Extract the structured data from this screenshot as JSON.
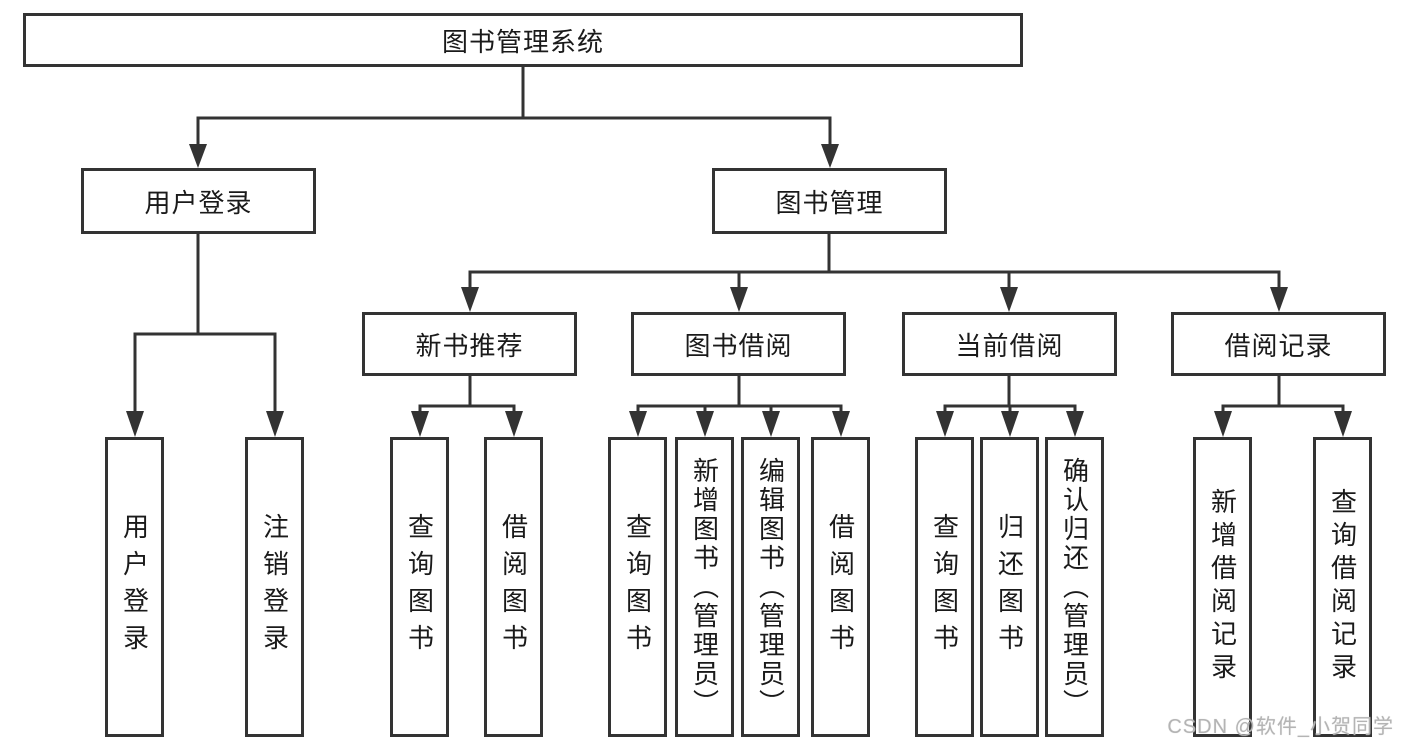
{
  "tree": {
    "label": "图书管理系统",
    "children": [
      {
        "label": "用户登录",
        "children": [
          {
            "label": "用户登录"
          },
          {
            "label": "注销登录"
          }
        ]
      },
      {
        "label": "图书管理",
        "children": [
          {
            "label": "新书推荐",
            "children": [
              {
                "label": "查询图书"
              },
              {
                "label": "借阅图书"
              }
            ]
          },
          {
            "label": "图书借阅",
            "children": [
              {
                "label": "查询图书"
              },
              {
                "label": "新增图书（管理员）"
              },
              {
                "label": "编辑图书（管理员）"
              },
              {
                "label": "借阅图书"
              }
            ]
          },
          {
            "label": "当前借阅",
            "children": [
              {
                "label": "查询图书"
              },
              {
                "label": "归还图书"
              },
              {
                "label": "确认归还（管理员）"
              }
            ]
          },
          {
            "label": "借阅记录",
            "children": [
              {
                "label": "新增借阅记录"
              },
              {
                "label": "查询借阅记录"
              }
            ]
          }
        ]
      }
    ]
  },
  "watermark": {
    "text": "CSDN @软件_小贺同学"
  },
  "colors": {
    "line": "#333333",
    "text": "#1a1a1a",
    "box_fill": "#ffffff",
    "background": "#ffffff",
    "watermark": "#b4b4b4"
  }
}
